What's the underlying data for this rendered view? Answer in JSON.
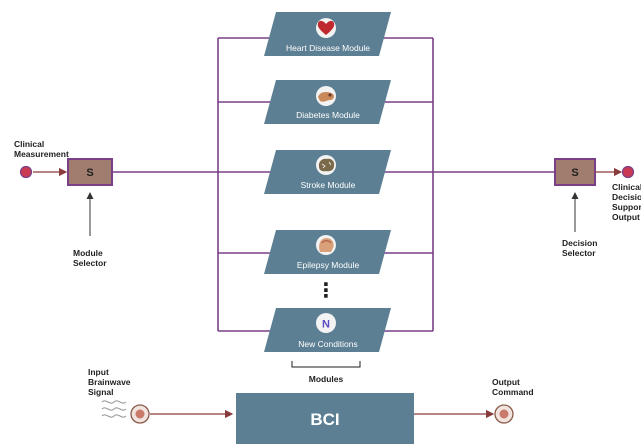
{
  "colors": {
    "bus": "#7b3f88",
    "module_fill": "#5c7f93",
    "selector_fill": "#a07d6e",
    "selector_border": "#7b3f88",
    "port_fill": "#c93a55",
    "arrow": "#8a3b3b",
    "bci_fill": "#5c7f93",
    "text": "#1f1f1f"
  },
  "input": {
    "label_lines": [
      "Clinical",
      "Measurement"
    ]
  },
  "module_selector": {
    "symbol": "S",
    "label_lines": [
      "Module",
      "Selector"
    ]
  },
  "modules": [
    {
      "label": "Heart Disease Module",
      "icon": "heart-icon"
    },
    {
      "label": "Diabetes Module",
      "icon": "pancreas-icon"
    },
    {
      "label": "Stroke Module",
      "icon": "brain-icon"
    },
    {
      "label": "Epilepsy Module",
      "icon": "epilepsy-head-icon"
    },
    {
      "label": "New Conditions",
      "icon": "new-condition-icon",
      "icon_letter": "N"
    }
  ],
  "ellipsis": "⋮",
  "modules_caption": "Modules",
  "decision_selector": {
    "symbol": "S",
    "label_lines": [
      "Decision",
      "Selector"
    ]
  },
  "output": {
    "label_lines": [
      "Clinical",
      "Decision",
      "Support",
      "Output"
    ]
  },
  "bci": {
    "label": "BCI",
    "input_label_lines": [
      "Input",
      "Brainwave",
      "Signal"
    ],
    "output_label_lines": [
      "Output",
      "Command"
    ]
  }
}
